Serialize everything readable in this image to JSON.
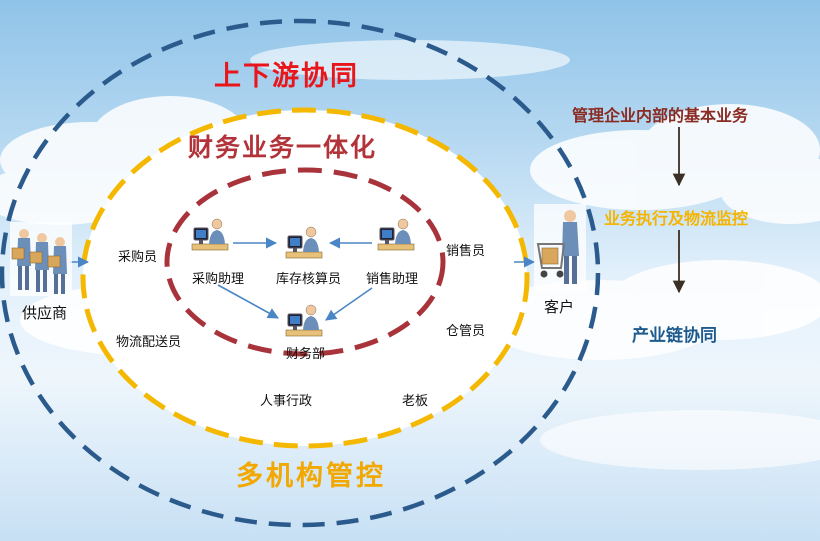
{
  "rings": {
    "outer": {
      "title": "上下游协同",
      "color": "#2b5a8c"
    },
    "middle": {
      "title": "财务业务一体化",
      "color": "#f5b800"
    },
    "inner": {
      "color": "#a8333a"
    },
    "bottom_title": "多机构管控"
  },
  "core": {
    "purchase_assistant": "采购助理",
    "inventory_accountant": "库存核算员",
    "sales_assistant": "销售助理",
    "finance_dept": "财务部"
  },
  "middle_roles": {
    "purchaser": "采购员",
    "salesperson": "销售员",
    "logistics": "物流配送员",
    "warehouse": "仓管员",
    "hr_admin": "人事行政",
    "boss": "老板"
  },
  "external": {
    "supplier": "供应商",
    "customer": "客户"
  },
  "right_panel": {
    "line1": "管理企业内部的基本业务",
    "line2": "业务执行及物流监控",
    "line3": "产业链协同"
  },
  "icons": {
    "supplier": "supplier-workers-icon",
    "customer": "customer-shopping-cart-icon",
    "staff": "staff-at-computer-icon"
  },
  "colors": {
    "arrow": "#4a86c5",
    "right_arrow": "#3a3024"
  }
}
